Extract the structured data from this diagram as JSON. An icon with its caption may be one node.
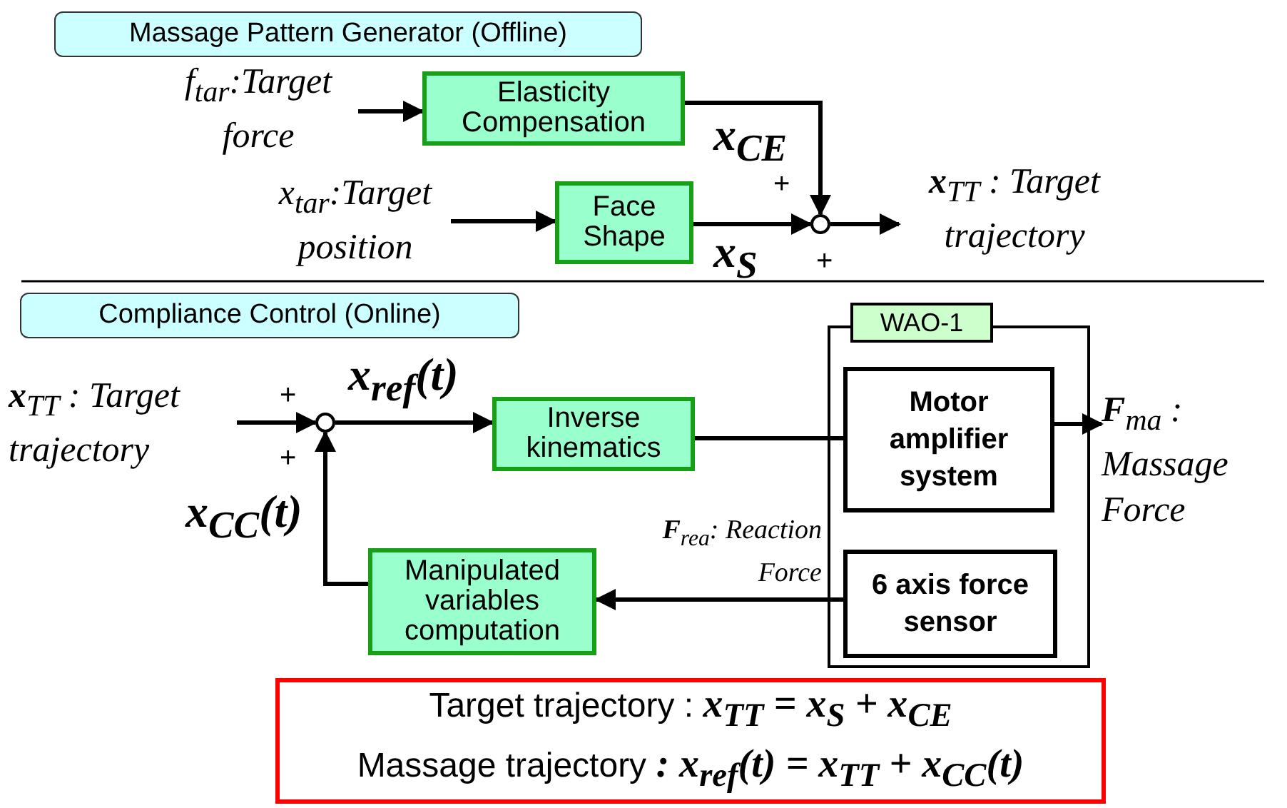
{
  "diagram": {
    "nodes": [
      {
        "text": [
          "Massage Pattern Generator (Offline)"
        ]
      },
      {
        "text": [
          "f$_{tar}$:Target force"
        ]
      },
      {
        "text": [
          "Elasticity Compensation"
        ]
      },
      {
        "text": [
          "x$_{tar}$:Target position"
        ]
      },
      {
        "text": [
          "Face Shape"
        ]
      },
      {
        "text": [],
        "shape": "circle"
      },
      {
        "text": [
          "**x**$_{TT}$ : Target trajectory"
        ]
      },
      {
        "text": [
          "Compliance Control (Online)"
        ]
      },
      {
        "text": [
          "**x**$_{TT}$ : Target trajectory"
        ]
      },
      {
        "text": [],
        "shape": "circle"
      },
      {
        "text": [
          "Inverse kinematics"
        ]
      },
      {
        "text": [
          "WAO-1"
        ]
      },
      {
        "text": [
          "Motor amplifier system"
        ],
        "in": 11
      },
      {
        "text": [
          "6 axis force sensor"
        ],
        "in": 11
      },
      {
        "text": [
          "**F**$_{ma}$ : Massage Force"
        ]
      },
      {
        "text": [
          "Manipulated variables computation"
        ]
      },
      {
        "text": [
          "Target trajectory : **x$_{TT}$ = x$_{S}$ + x$_{CE}$**",
          "Massage trajectory **: x$_{ref}$(t) = x$_{TT}$ + x$_{CC}$(t)**"
        ]
      }
    ],
    "edges": [
      {
        "from": 1,
        "to": 2,
        "arrow": "to"
      },
      {
        "from": 3,
        "to": 4,
        "arrow": "to"
      },
      {
        "from": 2,
        "to": 5,
        "arrow": "to",
        "label": "x$_{CE}$"
      },
      {
        "from": 4,
        "to": 5,
        "arrow": "to",
        "label": "x$_{S}$"
      },
      {
        "from": 5,
        "to": 6,
        "arrow": "to"
      },
      {
        "from": 8,
        "to": 9,
        "arrow": "to"
      },
      {
        "from": 9,
        "to": 10,
        "arrow": "to",
        "label": "x$_{ref}$(t)"
      },
      {
        "from": 10,
        "to": 12,
        "arrow": "none"
      },
      {
        "from": 12,
        "to": 14,
        "arrow": "to"
      },
      {
        "from": 13,
        "to": 15,
        "arrow": "to",
        "label": "**F**$_{rea}$: Reaction Force"
      },
      {
        "from": 15,
        "to": 9,
        "arrow": "to",
        "label": "x$_{CC}$(t)"
      }
    ],
    "labels": [
      "+",
      "+",
      "+",
      "+"
    ]
  }
}
